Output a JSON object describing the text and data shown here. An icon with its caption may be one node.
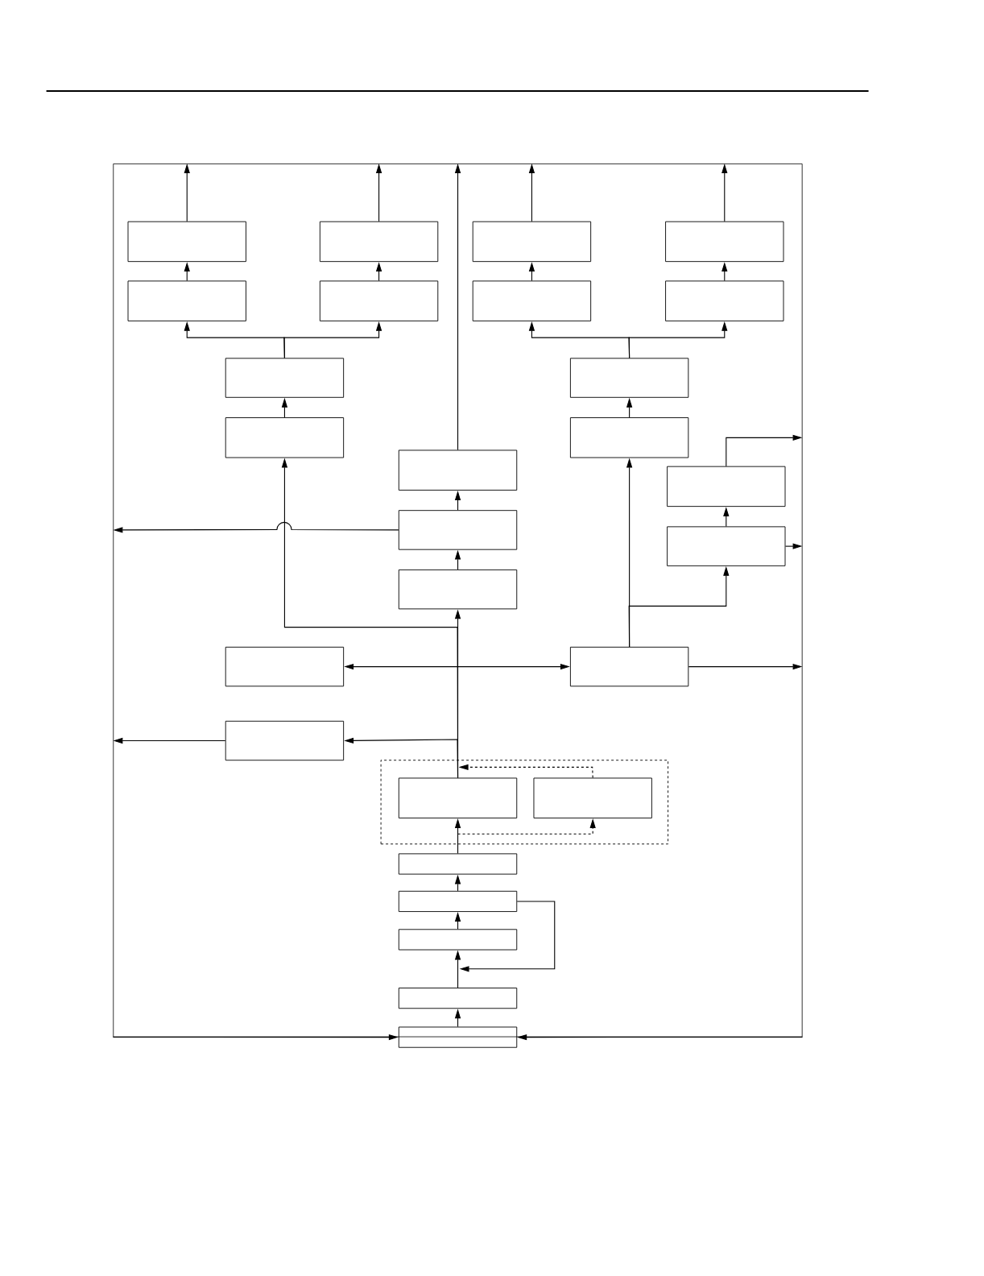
{
  "diagram": {
    "nodes": [
      {
        "text": [],
        "shape": "box"
      },
      {
        "text": [],
        "shape": "box",
        "in": 0
      },
      {
        "text": [],
        "shape": "box",
        "in": 0
      },
      {
        "text": [],
        "shape": "box",
        "in": 0
      },
      {
        "text": [],
        "shape": "box",
        "in": 0
      },
      {
        "text": [],
        "shape": "box",
        "in": 0
      },
      {
        "text": [],
        "shape": "box",
        "in": 0
      },
      {
        "text": [],
        "shape": "box",
        "in": 0
      },
      {
        "text": [],
        "shape": "box",
        "in": 0
      },
      {
        "text": [],
        "shape": "box",
        "in": 0
      },
      {
        "text": [],
        "shape": "box",
        "in": 0
      },
      {
        "text": [],
        "shape": "box",
        "in": 0
      },
      {
        "text": [],
        "shape": "box",
        "in": 0
      },
      {
        "text": [],
        "shape": "box",
        "in": 0
      },
      {
        "text": [],
        "shape": "box",
        "in": 0
      },
      {
        "text": [],
        "shape": "box",
        "in": 0
      },
      {
        "text": [],
        "shape": "box",
        "in": 0
      },
      {
        "text": [],
        "shape": "box",
        "in": 0
      },
      {
        "text": [],
        "shape": "box",
        "in": 0
      },
      {
        "text": [],
        "shape": "box",
        "in": 0
      },
      {
        "text": [],
        "shape": "box",
        "in": 0
      },
      {
        "text": [],
        "shape": "box",
        "in": 0
      },
      {
        "text": [],
        "shape": "box",
        "in": 21
      },
      {
        "text": [],
        "shape": "box",
        "in": 21
      },
      {
        "text": [],
        "shape": "box",
        "in": 0
      },
      {
        "text": [],
        "shape": "box",
        "in": 0
      },
      {
        "text": [],
        "shape": "box",
        "in": 0
      },
      {
        "text": [],
        "shape": "box",
        "in": 0
      },
      {
        "text": [],
        "shape": "box",
        "in": 0
      }
    ],
    "edges": [
      {
        "from": 1,
        "to": 0,
        "arrow": "to"
      },
      {
        "from": 2,
        "to": 0,
        "arrow": "to"
      },
      {
        "from": 3,
        "to": 0,
        "arrow": "to"
      },
      {
        "from": 4,
        "to": 0,
        "arrow": "to"
      },
      {
        "from": 13,
        "to": 0,
        "arrow": "to"
      },
      {
        "from": 5,
        "to": 1,
        "arrow": "to"
      },
      {
        "from": 6,
        "to": 2,
        "arrow": "to"
      },
      {
        "from": 7,
        "to": 3,
        "arrow": "to"
      },
      {
        "from": 8,
        "to": 4,
        "arrow": "to"
      },
      {
        "from": 9,
        "to": 5,
        "arrow": "to"
      },
      {
        "from": 9,
        "to": 6,
        "arrow": "to"
      },
      {
        "from": 10,
        "to": 7,
        "arrow": "to"
      },
      {
        "from": 10,
        "to": 8,
        "arrow": "to"
      },
      {
        "from": 11,
        "to": 9,
        "arrow": "to"
      },
      {
        "from": 12,
        "to": 10,
        "arrow": "to"
      },
      {
        "from": 15,
        "to": 13,
        "arrow": "to"
      },
      {
        "from": 17,
        "to": 15,
        "arrow": "to"
      },
      {
        "from": 15,
        "to": 0,
        "arrow": "to"
      },
      {
        "from": 22,
        "to": 17,
        "arrow": "to"
      },
      {
        "from": 22,
        "to": 11,
        "arrow": "to"
      },
      {
        "from": 22,
        "to": 20,
        "arrow": "to"
      },
      {
        "from": 18,
        "to": 19,
        "arrow": "both"
      },
      {
        "from": 19,
        "to": 12,
        "arrow": "to"
      },
      {
        "from": 19,
        "to": 16,
        "arrow": "to"
      },
      {
        "from": 19,
        "to": 0,
        "arrow": "to"
      },
      {
        "from": 16,
        "to": 14,
        "arrow": "to"
      },
      {
        "from": 16,
        "to": 0,
        "arrow": "to"
      },
      {
        "from": 14,
        "to": 0,
        "arrow": "to"
      },
      {
        "from": 20,
        "to": 0,
        "arrow": "to"
      },
      {
        "from": 24,
        "to": 22,
        "arrow": "to"
      },
      {
        "from": null,
        "to": 23,
        "arrow": "to",
        "style": "dashed"
      },
      {
        "from": 23,
        "to": null,
        "arrow": "to",
        "style": "dashed"
      },
      {
        "from": 25,
        "to": 24,
        "arrow": "to"
      },
      {
        "from": 26,
        "to": 25,
        "arrow": "to"
      },
      {
        "from": 27,
        "to": 26,
        "arrow": "to"
      },
      {
        "from": 28,
        "to": 27,
        "arrow": "to"
      },
      {
        "from": 25,
        "to": 26,
        "arrow": "to"
      },
      {
        "from": 0,
        "to": 28,
        "arrow": "to"
      },
      {
        "from": 0,
        "to": 28,
        "arrow": "to"
      }
    ]
  }
}
